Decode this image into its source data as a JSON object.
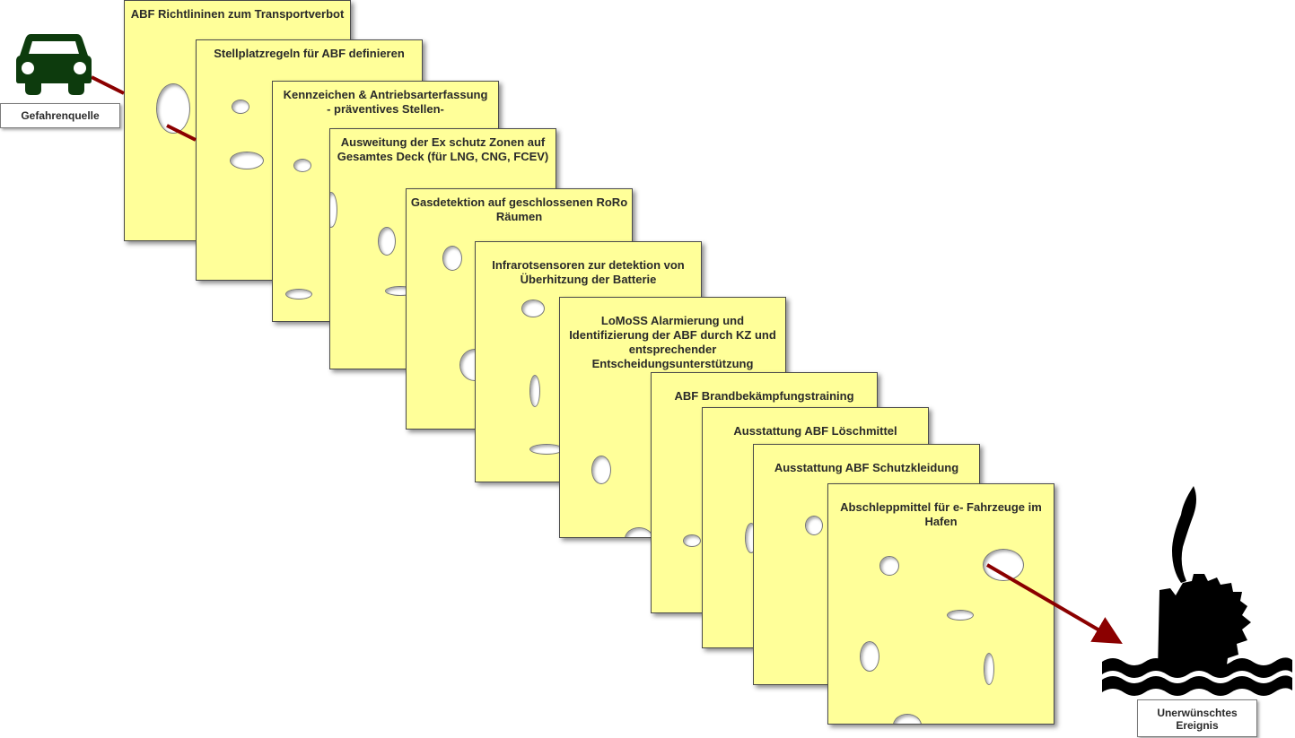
{
  "hazard": {
    "label": "Gefahrenquelle",
    "icon": "car-icon",
    "color": "#0d3b0d"
  },
  "event": {
    "label": "Unerwünschtes Ereignis",
    "icon": "sinking-ship-icon",
    "color": "#000000"
  },
  "arrow_color": "#8b0000",
  "slice_color": "#ffff99",
  "slices": [
    {
      "title": "ABF Richtlininen zum Transportverbot"
    },
    {
      "title": "Stellplatzregeln für ABF definieren"
    },
    {
      "title": "Kennzeichen & Antriebsarterfassung - präventives Stellen-"
    },
    {
      "title": "Ausweitung der Ex schutz Zonen auf Gesamtes Deck (für LNG, CNG, FCEV)"
    },
    {
      "title": "Gasdetektion auf geschlossenen RoRo Räumen"
    },
    {
      "title": "Infrarotsensoren zur detektion von Überhitzung der Batterie"
    },
    {
      "title": "LoMoSS Alarmierung und Identifizierung der ABF durch KZ und entsprechender Entscheidungsunterstützung"
    },
    {
      "title": "ABF Brandbekämpfungstraining"
    },
    {
      "title": "Ausstattung ABF Löschmittel"
    },
    {
      "title": "Ausstattung ABF Schutzkleidung"
    },
    {
      "title": "Abschleppmittel für e- Fahrzeuge im Hafen"
    }
  ]
}
